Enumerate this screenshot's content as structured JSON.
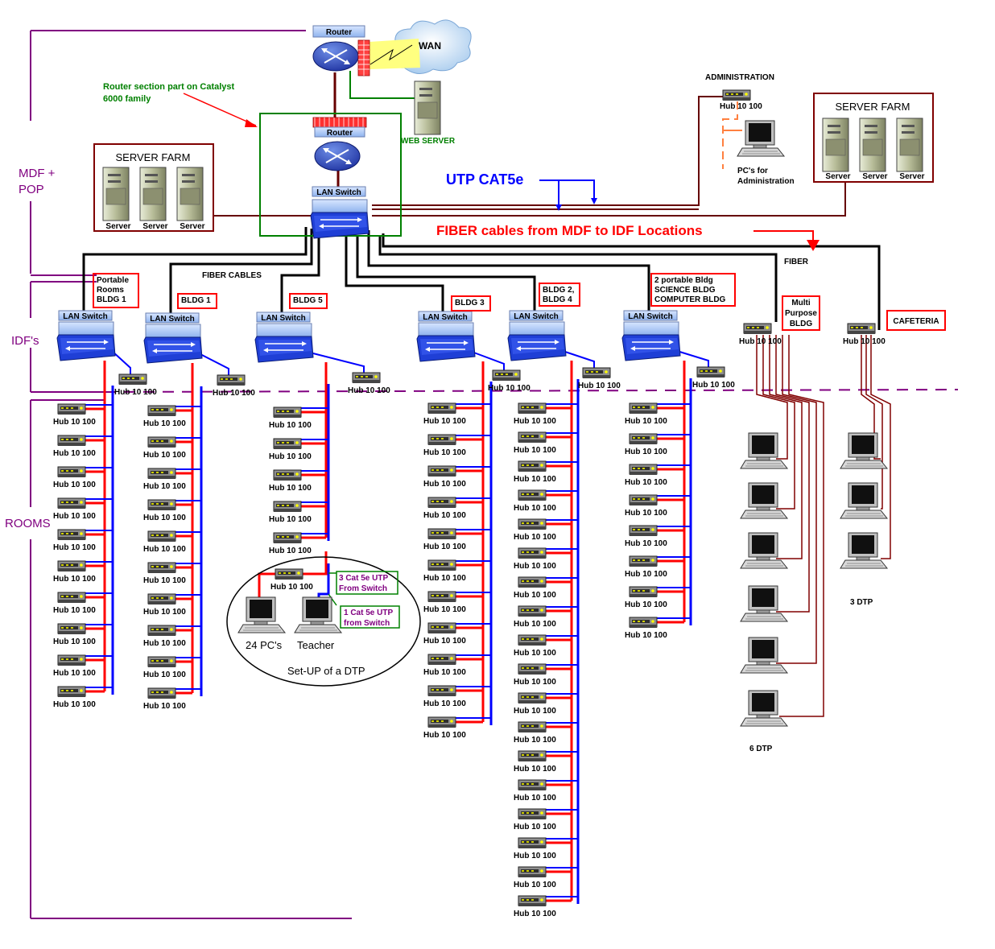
{
  "zones": {
    "mdf_pop": "MDF +\nPOP",
    "idfs": "IDF's",
    "rooms": "ROOMS"
  },
  "core": {
    "router_label": "Router",
    "router2_label": "Router",
    "lan_switch_label": "LAN Switch",
    "wan_label": "WAN",
    "web_server_label": "WEB SERVER",
    "router_note": "Router section part on Catalyst\n6000 family"
  },
  "server_farm_left": {
    "title": "SERVER FARM",
    "servers": [
      "Server",
      "Server",
      "Server"
    ]
  },
  "server_farm_right": {
    "title": "SERVER FARM",
    "servers": [
      "Server",
      "Server",
      "Server"
    ]
  },
  "administration": {
    "title": "ADMINISTRATION",
    "hub_label": "Hub 10  100",
    "pcs_label": "PC's for\nAdministration"
  },
  "annotations": {
    "utp": "UTP CAT5e",
    "fiber_main": "FIBER cables from MDF to IDF Locations",
    "fiber_cables": "FIBER CABLES",
    "fiber": "FIBER"
  },
  "hub_label": "Hub 10  100",
  "buildings": [
    {
      "label": "Portable\nRooms\nBLDG 1",
      "switch_label": "LAN Switch"
    },
    {
      "label": "BLDG 1",
      "switch_label": "LAN Switch"
    },
    {
      "label": "BLDG 5",
      "switch_label": "LAN Switch"
    },
    {
      "label": "BLDG 3",
      "switch_label": "LAN Switch"
    },
    {
      "label": "BLDG 2,\nBLDG 4",
      "switch_label": "LAN Switch"
    },
    {
      "label": "2 portable Bldg\nSCIENCE BLDG\nCOMPUTER  BLDG",
      "switch_label": "LAN Switch"
    }
  ],
  "multi_purpose": {
    "label": "Multi\nPurpose\nBLDG"
  },
  "cafeteria": {
    "label": "CAFETERIA"
  },
  "dtp_setup": {
    "title": "Set-UP of a DTP",
    "pcs_label": "24 PC's",
    "teacher_label": "Teacher",
    "note1": "3 Cat 5e UTP\nFrom Switch",
    "note2": "1 Cat 5e UTP\nfrom Switch"
  },
  "dtp_counts": {
    "six": "6 DTP",
    "three": "3 DTP"
  },
  "colors": {
    "purple": "#800080",
    "red": "#ff0000",
    "blue": "#0000ff",
    "brown": "#800000",
    "green": "#008000",
    "black": "#000000",
    "darkred": "#660000"
  }
}
